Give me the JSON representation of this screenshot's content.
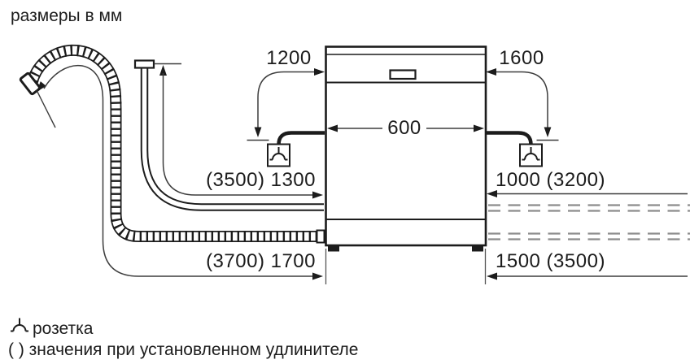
{
  "title": "размеры в мм",
  "appliance": {
    "kind": "dishwasher-front-view"
  },
  "dimensions": {
    "power_cord_left": "1200",
    "power_cord_right": "1600",
    "appliance_width": "600",
    "supply_hose_left": "(3500) 1300",
    "hoses_right_upper": "1000 (3200)",
    "drain_hose_left": "(3700) 1700",
    "hoses_right_lower": "1500 (3500)"
  },
  "legend": {
    "socket_icon": "socket-outlet-icon",
    "socket_label": "розетка",
    "parentheses_note": "( ) значения при установленном удлинителе"
  },
  "colors": {
    "ink": "#1c1c1c",
    "dimension_line": "#3d3d3d",
    "dashed_hose": "#8c8c8c",
    "background": "#ffffff"
  }
}
